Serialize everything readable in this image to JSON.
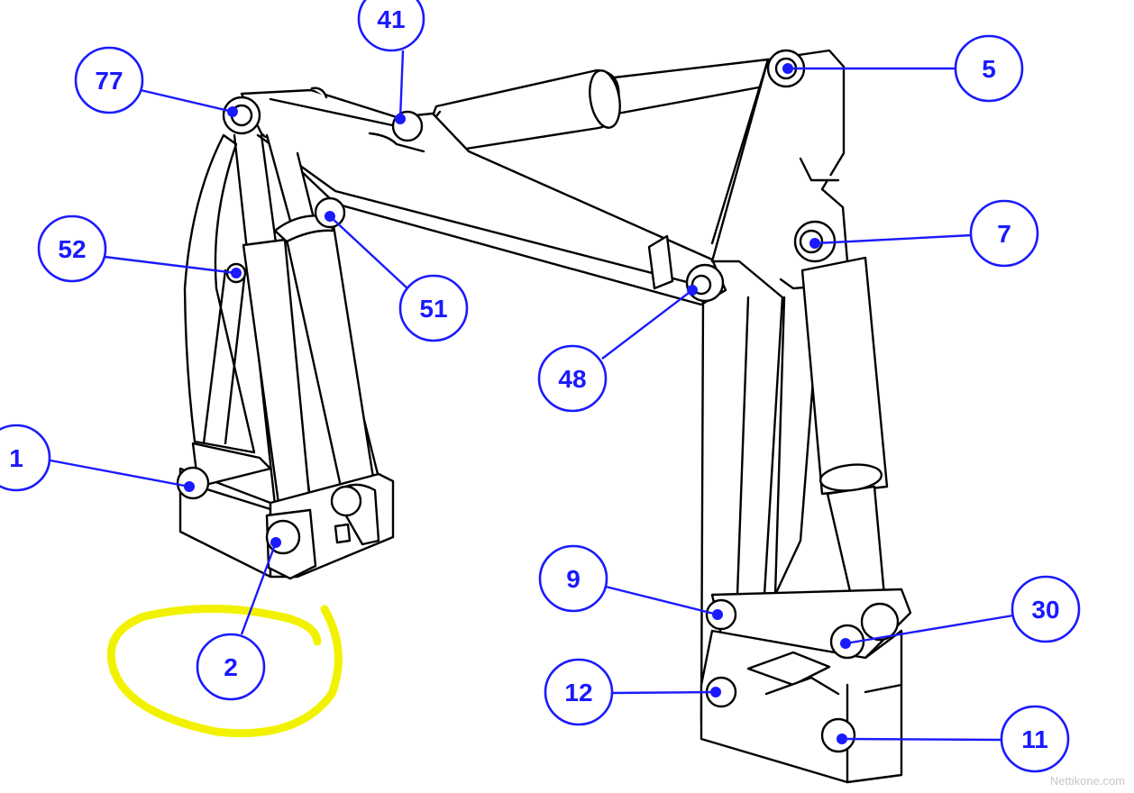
{
  "diagram": {
    "callouts": [
      {
        "id": "77",
        "label": "77"
      },
      {
        "id": "41",
        "label": "41"
      },
      {
        "id": "5",
        "label": "5"
      },
      {
        "id": "7",
        "label": "7"
      },
      {
        "id": "52",
        "label": "52"
      },
      {
        "id": "51",
        "label": "51"
      },
      {
        "id": "48",
        "label": "48"
      },
      {
        "id": "1",
        "label": "1"
      },
      {
        "id": "2",
        "label": "2"
      },
      {
        "id": "9",
        "label": "9"
      },
      {
        "id": "30",
        "label": "30"
      },
      {
        "id": "12",
        "label": "12"
      },
      {
        "id": "11",
        "label": "11"
      }
    ],
    "colors": {
      "callout": "#1a1aff",
      "line_art": "#000000",
      "highlight": "#f2f200",
      "watermark": "#c8c8c8"
    },
    "highlighted_callout": "2"
  },
  "watermark": "Nettikone.com"
}
